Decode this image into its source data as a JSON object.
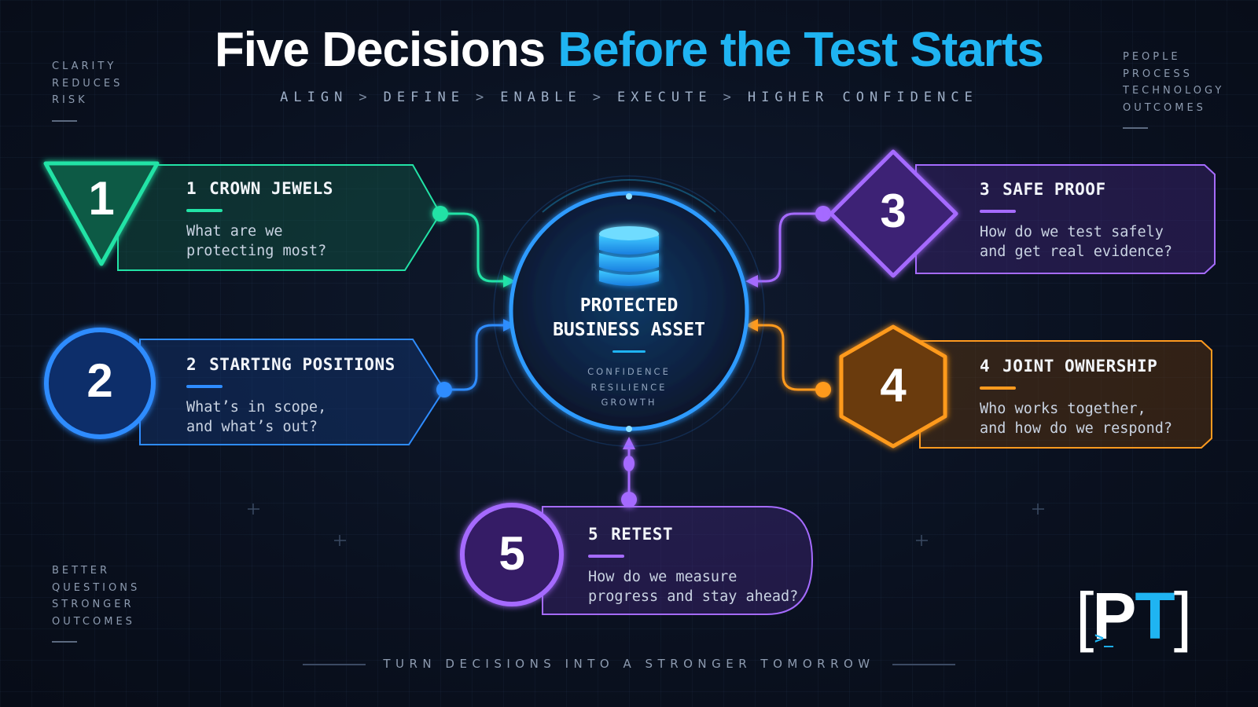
{
  "title": {
    "part1": "Five Decisions",
    "part2": "Before the Test Starts"
  },
  "subtitle": [
    "ALIGN",
    "DEFINE",
    "ENABLE",
    "EXECUTE",
    "HIGHER CONFIDENCE"
  ],
  "subtitle_sep": ">",
  "corners": {
    "top_left": [
      "CLARITY",
      "REDUCES",
      "RISK"
    ],
    "top_right": [
      "PEOPLE",
      "PROCESS",
      "TECHNOLOGY",
      "OUTCOMES"
    ],
    "bottom_left": [
      "BETTER",
      "QUESTIONS",
      "STRONGER",
      "OUTCOMES"
    ]
  },
  "center": {
    "title": "PROTECTED\nBUSINESS ASSET",
    "tags": [
      "CONFIDENCE",
      "RESILIENCE",
      "GROWTH"
    ],
    "icon": "database-icon"
  },
  "cards": [
    {
      "badge": "1",
      "num": "1",
      "title": "CROWN JEWELS",
      "question": "What are we\nprotecting most?",
      "color": "#22e3a6",
      "shape": "triangle"
    },
    {
      "badge": "2",
      "num": "2",
      "title": "STARTING POSITIONS",
      "question": "What’s in scope,\nand what’s out?",
      "color": "#2e8cff",
      "shape": "circle"
    },
    {
      "badge": "3",
      "num": "3",
      "title": "SAFE PROOF",
      "question": "How do we test safely\nand get real evidence?",
      "color": "#a56bff",
      "shape": "diamond"
    },
    {
      "badge": "4",
      "num": "4",
      "title": "JOINT OWNERSHIP",
      "question": "Who works together,\nand how do we respond?",
      "color": "#ff9a1f",
      "shape": "hexagon"
    },
    {
      "badge": "5",
      "num": "5",
      "title": "RETEST",
      "question": "How do we measure\nprogress and stay ahead?",
      "color": "#a56bff",
      "shape": "circle"
    }
  ],
  "footer": "TURN DECISIONS INTO A STRONGER TOMORROW",
  "logo": {
    "left": "[",
    "p": "P",
    "t": "T",
    "right": "]",
    "prompt": ">_"
  },
  "colors": {
    "accent": "#1fb4f2",
    "background": "#0a1120"
  }
}
